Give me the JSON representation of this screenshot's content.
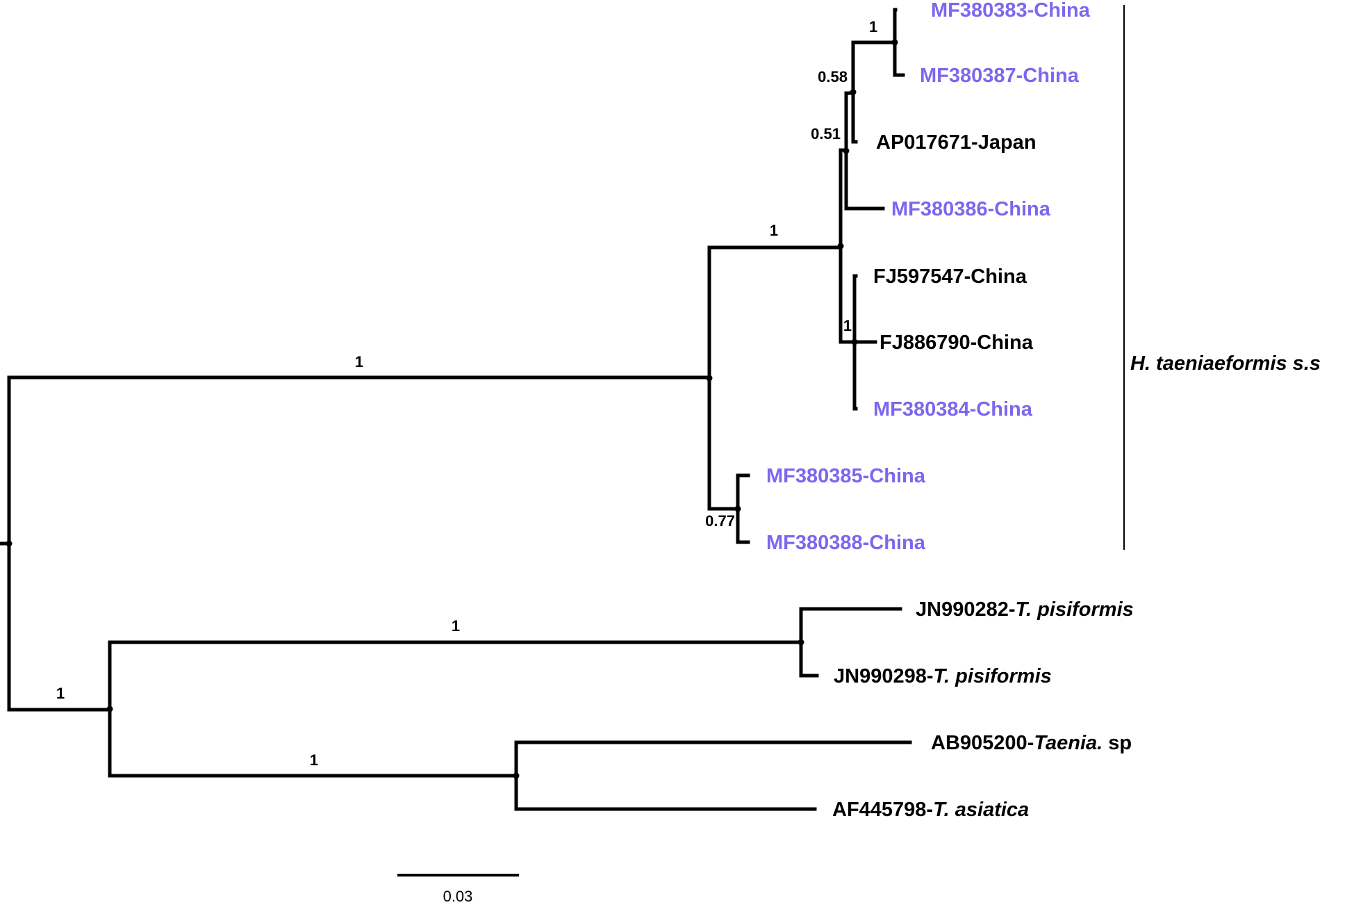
{
  "colors": {
    "highlight": "#7b68ee",
    "default": "#000000"
  },
  "taxa": {
    "t1": {
      "parts": [
        {
          "text": "MF380383-China"
        }
      ],
      "highlight": true
    },
    "t2": {
      "parts": [
        {
          "text": "MF380387-China"
        }
      ],
      "highlight": true
    },
    "t3": {
      "parts": [
        {
          "text": "AP017671-Japan"
        }
      ],
      "highlight": false
    },
    "t4": {
      "parts": [
        {
          "text": "MF380386-China"
        }
      ],
      "highlight": true
    },
    "t5": {
      "parts": [
        {
          "text": "FJ597547-China"
        }
      ],
      "highlight": false
    },
    "t6": {
      "parts": [
        {
          "text": "FJ886790-China"
        }
      ],
      "highlight": false
    },
    "t7": {
      "parts": [
        {
          "text": "MF380384-China"
        }
      ],
      "highlight": true
    },
    "t8": {
      "parts": [
        {
          "text": "MF380385-China"
        }
      ],
      "highlight": true
    },
    "t9": {
      "parts": [
        {
          "text": "MF380388-China"
        }
      ],
      "highlight": true
    },
    "t10": {
      "parts": [
        {
          "text": "JN990282-"
        },
        {
          "text": "T. pisiformis",
          "italic": true
        }
      ],
      "highlight": false
    },
    "t11": {
      "parts": [
        {
          "text": "JN990298-"
        },
        {
          "text": "T. pisiformis",
          "italic": true
        }
      ],
      "highlight": false
    },
    "t12": {
      "parts": [
        {
          "text": "AB905200-"
        },
        {
          "text": "Taenia.",
          "italic": true
        },
        {
          "text": " sp"
        }
      ],
      "highlight": false
    },
    "t13": {
      "parts": [
        {
          "text": "AF445798-"
        },
        {
          "text": "T. asiatica",
          "italic": true
        }
      ],
      "highlight": false
    }
  },
  "support": {
    "s_t1t2": "1",
    "s_058": "0.58",
    "s_051": "0.51",
    "s_hclade": "1",
    "s_fj": "1",
    "s_hs": "1",
    "s_077": "0.77",
    "s_pisi": "1",
    "s_taenia_group": "1",
    "s_asi": "1"
  },
  "clade_label": "H. taeniaeformis s.s",
  "scale_bar": {
    "value": 0.03,
    "label": "0.03"
  }
}
